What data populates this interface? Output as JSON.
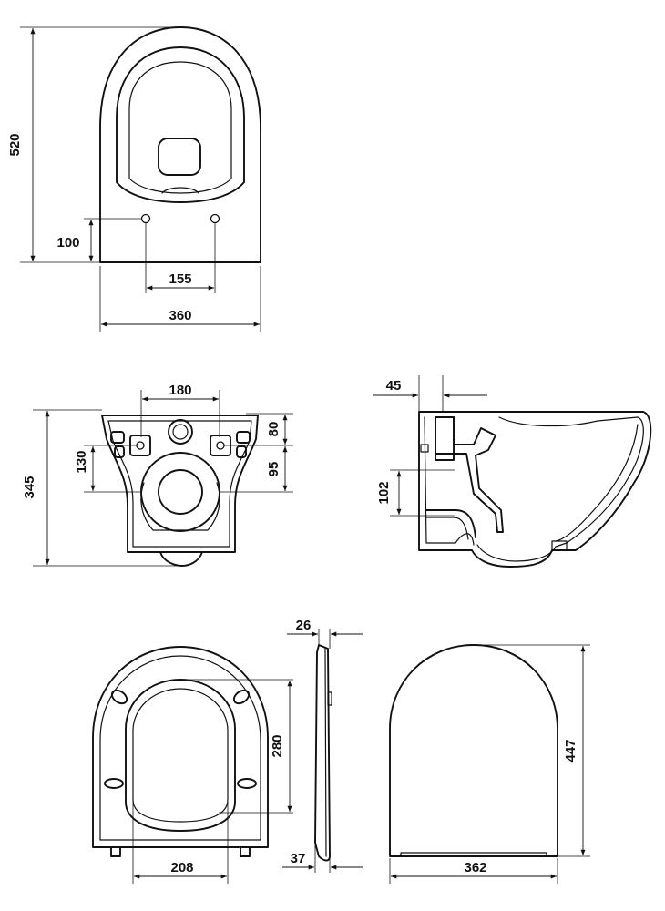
{
  "views": {
    "top_view": {
      "dims": {
        "depth": "520",
        "hole_offset": "100",
        "hole_spacing": "155",
        "width": "360"
      }
    },
    "rear_view": {
      "dims": {
        "top_spacing": "180",
        "height": "345",
        "side_130": "130",
        "side_80": "80",
        "side_95": "95"
      }
    },
    "side_section": {
      "dims": {
        "inlet_depth": "45",
        "outlet_height": "102"
      }
    },
    "seat_top_view": {
      "dims": {
        "inner_length": "280",
        "inner_width": "208"
      }
    },
    "seat_side_view": {
      "dims": {
        "thickness_top": "26",
        "thickness_bottom": "37"
      }
    },
    "lid_view": {
      "dims": {
        "length": "447",
        "width": "362"
      }
    }
  }
}
